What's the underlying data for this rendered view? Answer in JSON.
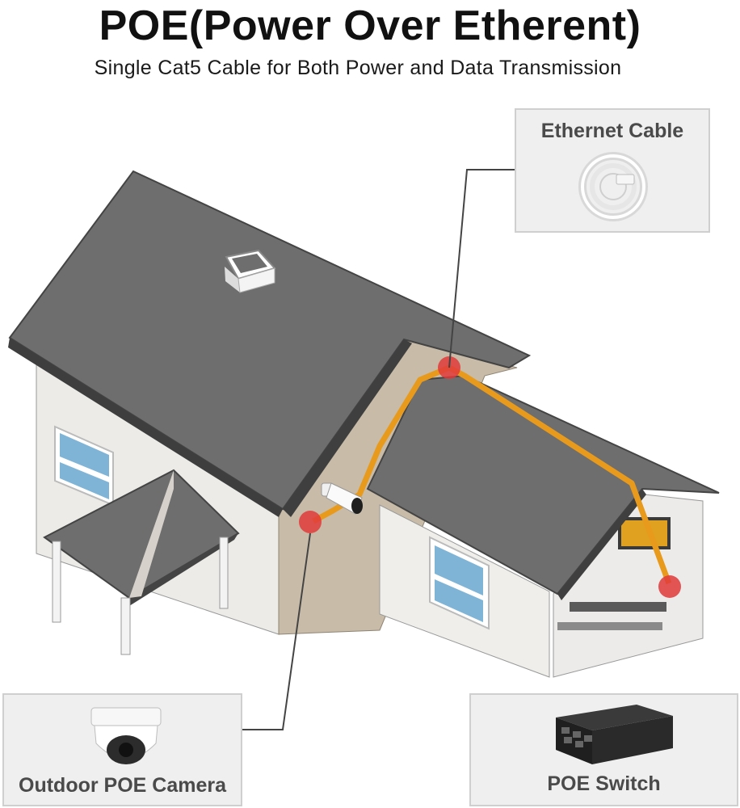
{
  "header": {
    "title": "POE(Power Over Etherent)",
    "subtitle": "Single Cat5 Cable for Both Power and Data Transmission"
  },
  "callouts": {
    "ethernet_cable": "Ethernet Cable",
    "camera": "Outdoor POE Camera",
    "switch": "POE Switch"
  },
  "colors": {
    "cable": "#e89a1c",
    "roof": "#6e6e6e",
    "wall": "#e6e3de",
    "gable": "#c7bba7",
    "marker": "#e03a3a",
    "window": "#7fb4d6"
  }
}
